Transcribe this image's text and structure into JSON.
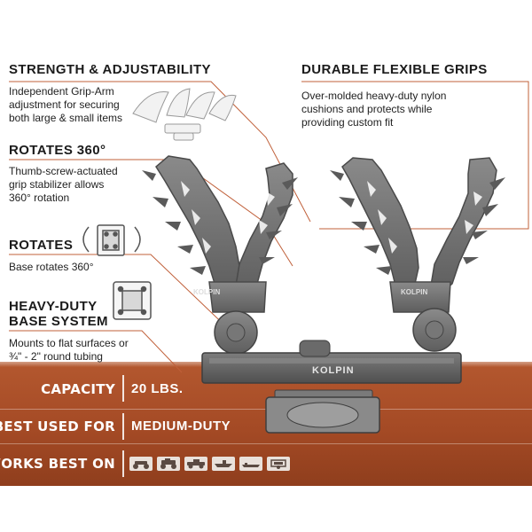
{
  "features": [
    {
      "title": "STRENGTH & ADJUSTABILITY",
      "desc": [
        "Independent Grip-Arm",
        "adjustment for securing",
        "both large & small items"
      ]
    },
    {
      "title": "ROTATES 360°",
      "desc": [
        "Thumb-screw-actuated",
        "grip stabilizer allows",
        "360° rotation"
      ]
    },
    {
      "title": "ROTATES",
      "desc": [
        "Base rotates 360°"
      ]
    },
    {
      "title": "HEAVY-DUTY",
      "title2": "BASE SYSTEM",
      "desc": [
        "Mounts to flat surfaces or",
        "¾\" - 2\" round tubing"
      ]
    },
    {
      "title": "DURABLE FLEXIBLE GRIPS",
      "desc": [
        "Over-molded heavy-duty nylon",
        "cushions and protects while",
        "providing custom fit"
      ]
    }
  ],
  "brand": {
    "logo_text": "KOLPIN"
  },
  "specs": [
    {
      "label": "CAPACITY",
      "value": "20 LBS."
    },
    {
      "label": "BEST USED FOR",
      "value": "MEDIUM-DUTY"
    },
    {
      "label": "WORKS BEST ON",
      "value": ""
    }
  ],
  "vehicles": [
    "atv-icon",
    "utv-icon",
    "truck-icon",
    "boat-icon",
    "jon-boat-icon",
    "trailer-icon"
  ],
  "colors": {
    "panel": "#a44a25",
    "accent_line": "#c0603a",
    "product_gray": "#6f6f6f",
    "text_dark": "#1b1b1b"
  }
}
